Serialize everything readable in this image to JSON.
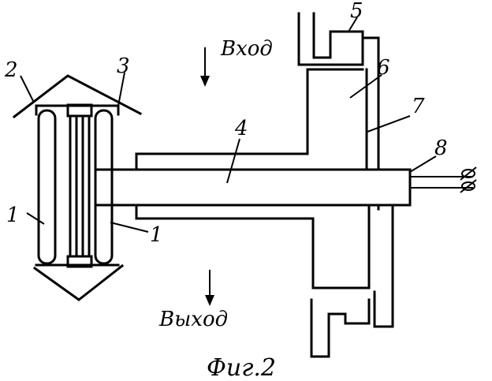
{
  "flow": {
    "input_label": "Вход",
    "output_label": "Выход"
  },
  "labels": {
    "l1_left": "1",
    "l1_right": "1",
    "l2": "2",
    "l3": "3",
    "l4": "4",
    "l5": "5",
    "l6": "6",
    "l7": "7",
    "l8": "8"
  },
  "caption": "Фиг.2"
}
